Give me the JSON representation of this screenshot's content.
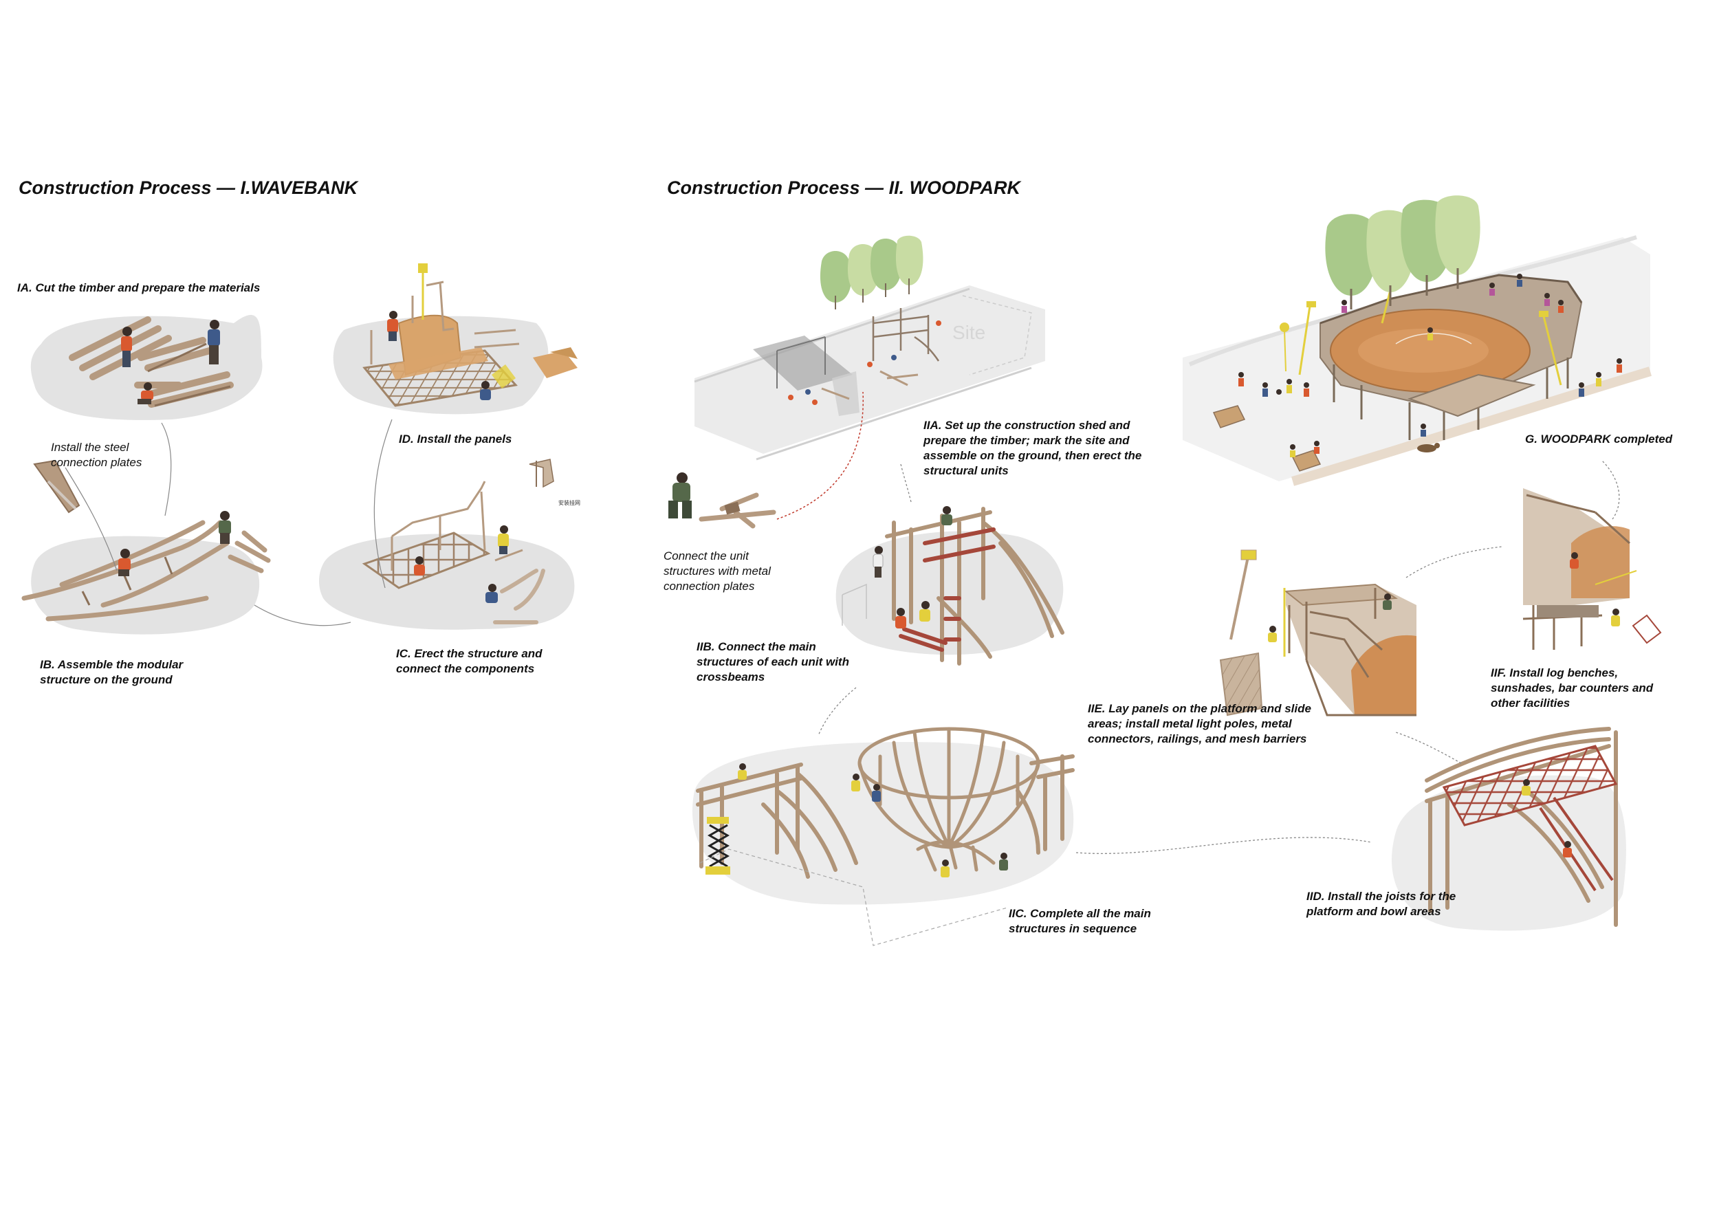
{
  "titles": {
    "wavebank": "Construction Process — I.WAVEBANK",
    "woodpark": "Construction Process — II. WOODPARK"
  },
  "wavebank_steps": {
    "ia": "IA. Cut the timber and prepare the materials",
    "steel": "Install the steel\nconnection plates",
    "id": "ID. Install the panels",
    "ib": "IB. Assemble the modular\nstructure on the ground",
    "ic": "IC. Erect the structure and\nconnect the components",
    "tag": "安装挂网"
  },
  "woodpark_steps": {
    "site": "Site",
    "iia": "IIA. Set up the construction shed and\nprepare the timber; mark the site and\nassemble on the ground, then erect the\nstructural units",
    "connect": "Connect the unit\nstructures with metal\nconnection plates",
    "iib": "IIB. Connect the main\nstructures of each unit with\ncrossbeams",
    "iic": "IIC. Complete all the main\nstructures in sequence",
    "iid": "IID. Install the joists for the\nplatform and bowl areas",
    "iie": "IIE. Lay panels on the platform and slide\nareas; install metal light poles, metal\nconnectors, railings, and mesh barriers",
    "iif": "IIF. Install log benches,\nsunshades, bar counters and\nother facilities",
    "g": "G. WOODPARK completed"
  },
  "colors": {
    "blob": "#e3e3e3",
    "timber": "#b59a80",
    "timber_dark": "#8a6f57",
    "panel": "#d9a46b",
    "bowl": "#cf8e55",
    "beam_red": "#a5473a",
    "tree": "#a9c98a",
    "tree_light": "#c8dca3",
    "worker_shirt": "#d9592f",
    "worker_blue": "#3e5a8a",
    "worker_green": "#55684a",
    "accent_yellow": "#e3cf3c"
  },
  "icons": [
    "worker-figure",
    "tree",
    "light-pole",
    "timber-log",
    "scissor-lift",
    "dog"
  ]
}
